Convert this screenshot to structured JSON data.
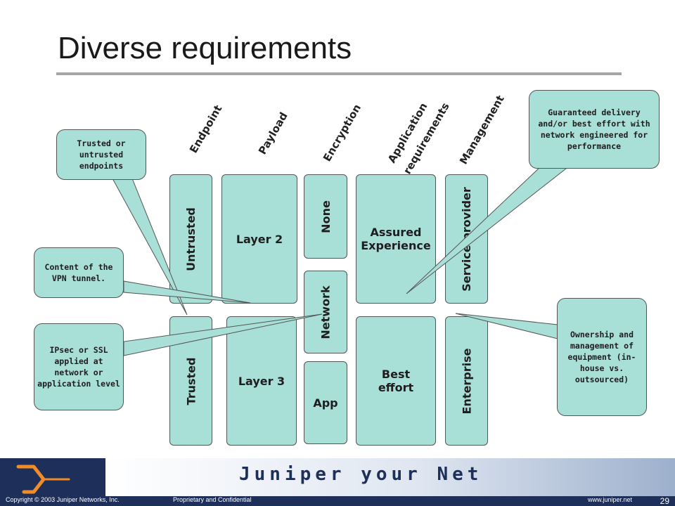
{
  "slide": {
    "title": "Diverse requirements",
    "page_number": "29"
  },
  "columns": {
    "endpoint": "Endpoint",
    "payload": "Payload",
    "encryption": "Encryption",
    "application_line1": "Application",
    "application_line2": "requirements",
    "management": "Management"
  },
  "boxes": {
    "untrusted": "Untrusted",
    "trusted": "Trusted",
    "layer2": "Layer 2",
    "layer3": "Layer 3",
    "none": "None",
    "network": "Network",
    "app": "App",
    "assured_line1": "Assured",
    "assured_line2": "Experience",
    "best_line1": "Best",
    "best_line2": "effort",
    "service_provider": "Service provider",
    "enterprise": "Enterprise"
  },
  "callouts": {
    "trusted_endpoints": "Trusted or untrusted endpoints",
    "vpn_content": "Content of the VPN tunnel.",
    "ipsec_ssl": "IPsec or SSL applied at network or application level",
    "guaranteed_delivery": "Guaranteed delivery and/or best effort with network engineered for performance",
    "ownership": "Ownership and management of equipment (in-house vs. outsourced)"
  },
  "footer": {
    "brand": "Juniper your Net",
    "copyright": "Copyright © 2003 Juniper Networks, Inc.",
    "proprietary": "Proprietary and Confidential",
    "website": "www.juniper.net"
  },
  "colors": {
    "box_fill": "#a8dfd7",
    "footer_navy": "#1e2f5a",
    "rule_gray": "#a6a6a6"
  }
}
